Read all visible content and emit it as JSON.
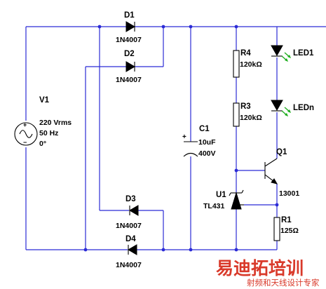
{
  "components": {
    "v1": {
      "ref": "V1",
      "voltage": "220 Vrms",
      "frequency": "50 Hz",
      "phase": "0°",
      "plus": "+",
      "minus": "−"
    },
    "d1": {
      "ref": "D1",
      "part": "1N4007"
    },
    "d2": {
      "ref": "D2",
      "part": "1N4007"
    },
    "d3": {
      "ref": "D3",
      "part": "1N4007"
    },
    "d4": {
      "ref": "D4",
      "part": "1N4007"
    },
    "c1": {
      "ref": "C1",
      "value": "10uF",
      "voltage": "400V",
      "plus": "+"
    },
    "r4": {
      "ref": "R4",
      "value": "120kΩ"
    },
    "r3": {
      "ref": "R3",
      "value": "120kΩ"
    },
    "r1": {
      "ref": "R1",
      "value": "125Ω"
    },
    "led1": {
      "ref": "LED1"
    },
    "ledn": {
      "ref": "LEDn"
    },
    "q1": {
      "ref": "Q1",
      "part": "13001"
    },
    "u1": {
      "ref": "U1",
      "part": "TL431"
    }
  },
  "watermark": {
    "title": "易迪拓培训",
    "subtitle": "射频和天线设计专家"
  },
  "colors": {
    "wire": "#2b2bd6",
    "component": "#000000",
    "led_light": "#1fae1f",
    "watermark": "#d93a2b"
  }
}
